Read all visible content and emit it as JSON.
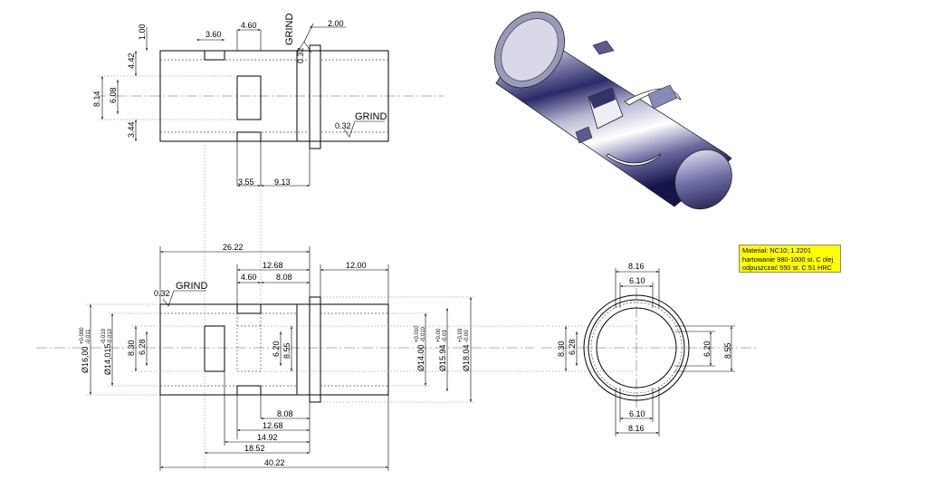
{
  "material_note": {
    "line1": "Materiał: NC10; 1.2201",
    "line2": "hartowanie 980-1000 st. C olej",
    "line3": "odpuszczać 550 st. C   51 HRC"
  },
  "top_view": {
    "d_3_60": "3.60",
    "d_4_60": "4.60",
    "d_2_00": "2.00",
    "d_1_00": "1.00",
    "d_4_42": "4.42",
    "d_8_14": "8.14",
    "d_6_08": "6.08",
    "d_3_44": "3.44",
    "d_3_55": "3.55",
    "d_9_13": "9.13",
    "rough_vertical": "0.32",
    "grind_vertical": "GRIND",
    "rough_mid": "0.32",
    "grind_mid": "GRIND"
  },
  "front_view": {
    "d_26_22": "26.22",
    "d_12_68_top": "12.68",
    "d_4_60": "4.60",
    "d_8_08_top": "8.08",
    "d_12_00": "12.00",
    "rough": "0.32",
    "grind": "GRIND",
    "dia_16": "Ø16,00",
    "tol_16_up": "+0.000",
    "tol_16_lo": "-0.011",
    "dia_14_015": "Ø14,015",
    "tol_14_015_up": "-0.010",
    "tol_14_015_lo": "-0.010",
    "d_8_30": "8.30",
    "d_6_28": "6.28",
    "d_6_20": "6.20",
    "d_8_55": "8.55",
    "dia_14": "Ø14.00",
    "tol_14_up": "+0.010",
    "tol_14_lo": "-0.010",
    "dia_15_94": "Ø15.94",
    "tol_15_94_up": "+0.00",
    "tol_15_94_lo": "-0.03",
    "dia_18_04": "Ø18.04",
    "tol_18_04_up": "+0.03",
    "tol_18_04_lo": "-0.00",
    "d_8_08_bot": "8.08",
    "d_12_68_bot": "12.68",
    "d_14_92": "14.92",
    "d_18_52": "18.52",
    "d_40_22": "40.22"
  },
  "side_view": {
    "d_8_16_top": "8.16",
    "d_6_10_top": "6.10",
    "d_8_30": "8.30",
    "d_6_28": "6.28",
    "d_6_20": "6.20",
    "d_8_55": "8.55",
    "d_6_10_bot": "6.10",
    "d_8_16_bot": "8.16"
  },
  "colors": {
    "note_background": "#ffff00",
    "line": "#000000",
    "metal_highlight": "#ffffff",
    "metal_shadow": "#1a1a6a"
  }
}
